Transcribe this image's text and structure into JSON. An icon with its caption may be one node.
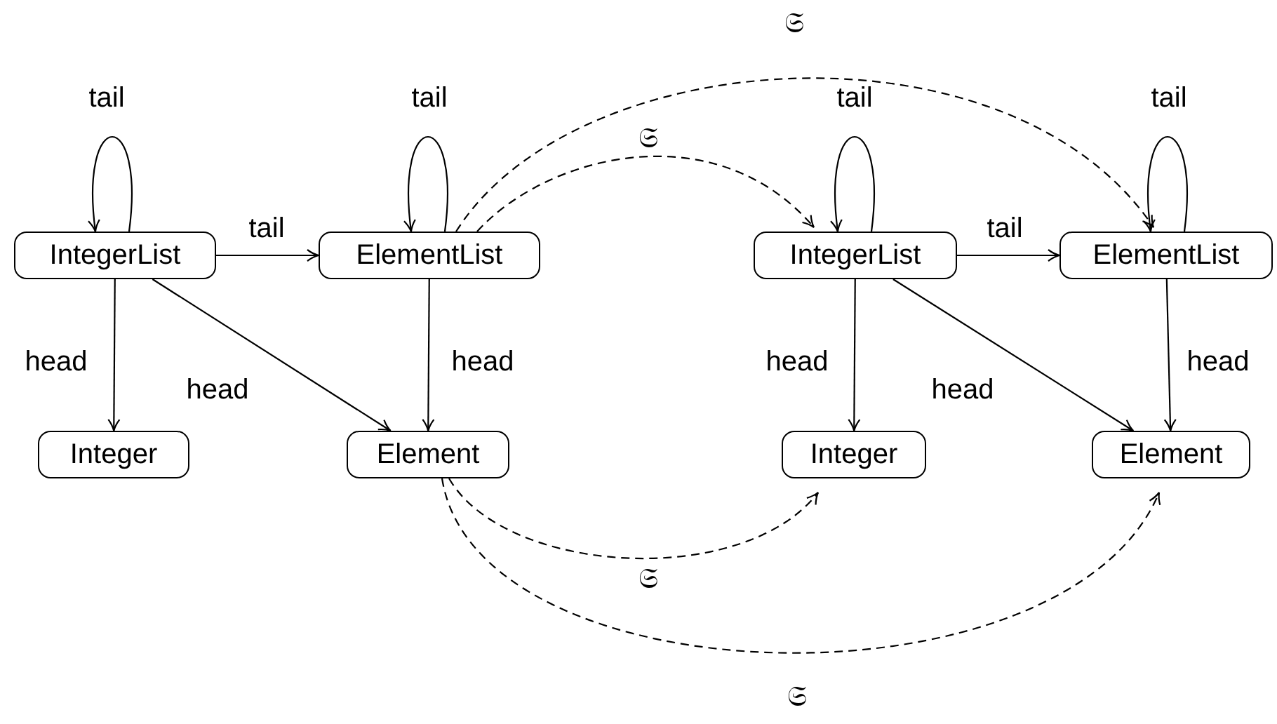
{
  "diagram": {
    "nodes": [
      {
        "text": [
          "IntegerList"
        ]
      },
      {
        "text": [
          "ElementList"
        ]
      },
      {
        "text": [
          "Integer"
        ]
      },
      {
        "text": [
          "Element"
        ]
      },
      {
        "text": [
          "IntegerList"
        ]
      },
      {
        "text": [
          "ElementList"
        ]
      },
      {
        "text": [
          "Integer"
        ]
      },
      {
        "text": [
          "Element"
        ]
      }
    ],
    "edges": [
      {
        "from": 0,
        "to": 0,
        "arrow": "to",
        "label": "tail"
      },
      {
        "from": 0,
        "to": 1,
        "arrow": "to",
        "label": "tail"
      },
      {
        "from": 0,
        "to": 2,
        "arrow": "to",
        "label": "head"
      },
      {
        "from": 0,
        "to": 3,
        "arrow": "to",
        "label": "head"
      },
      {
        "from": 1,
        "to": 1,
        "arrow": "to",
        "label": "tail"
      },
      {
        "from": 1,
        "to": 3,
        "arrow": "to",
        "label": "head"
      },
      {
        "from": 4,
        "to": 4,
        "arrow": "to",
        "label": "tail"
      },
      {
        "from": 4,
        "to": 5,
        "arrow": "to",
        "label": "tail"
      },
      {
        "from": 4,
        "to": 6,
        "arrow": "to",
        "label": "head"
      },
      {
        "from": 4,
        "to": 7,
        "arrow": "to",
        "label": "head"
      },
      {
        "from": 5,
        "to": 5,
        "arrow": "to",
        "label": "tail"
      },
      {
        "from": 5,
        "to": 7,
        "arrow": "to",
        "label": "head"
      },
      {
        "from": 1,
        "to": 4,
        "arrow": "to",
        "label": "𝔖",
        "style": "dashed"
      },
      {
        "from": 1,
        "to": 5,
        "arrow": "to",
        "label": "𝔖",
        "style": "dashed"
      },
      {
        "from": 3,
        "to": 6,
        "arrow": "to",
        "label": "𝔖",
        "style": "dashed"
      },
      {
        "from": 3,
        "to": 7,
        "arrow": "to",
        "label": "𝔖",
        "style": "dashed"
      }
    ]
  }
}
